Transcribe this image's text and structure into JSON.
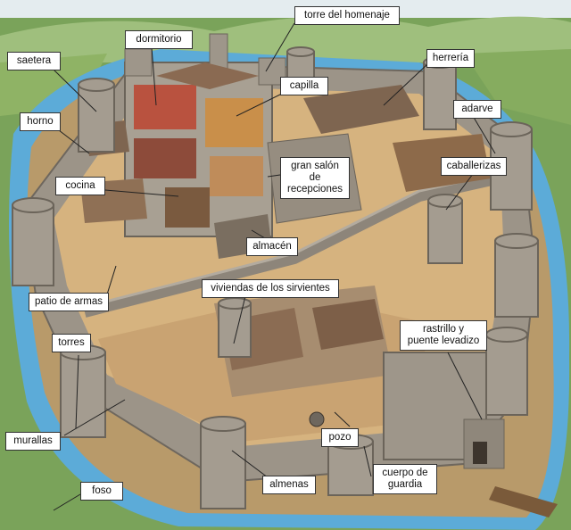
{
  "labels": {
    "torre_del_homenaje": "torre del homenaje",
    "dormitorio": "dormitorio",
    "saetera": "saetera",
    "herreria": "herrería",
    "capilla": "capilla",
    "adarve": "adarve",
    "horno": "horno",
    "gran_salon": "gran salón de\nrecepciones",
    "caballerizas": "caballerizas",
    "cocina": "cocina",
    "almacen": "almacén",
    "patio_de_armas": "patio de armas",
    "viviendas": "viviendas de los sirvientes",
    "rastrillo": "rastrillo y\npuente levadizo",
    "torres": "torres",
    "murallas": "murallas",
    "pozo": "pozo",
    "cuerpo_de_guardia": "cuerpo de\nguardia",
    "almenas": "almenas",
    "foso": "foso"
  },
  "colors": {
    "sky": "#dfe9ef",
    "hills": "#6f9a52",
    "water": "#5aa9d6",
    "stone": "#a39b8f",
    "stone_dark": "#7d756a",
    "courtyard": "#d8b584",
    "roof": "#8a6a52"
  }
}
